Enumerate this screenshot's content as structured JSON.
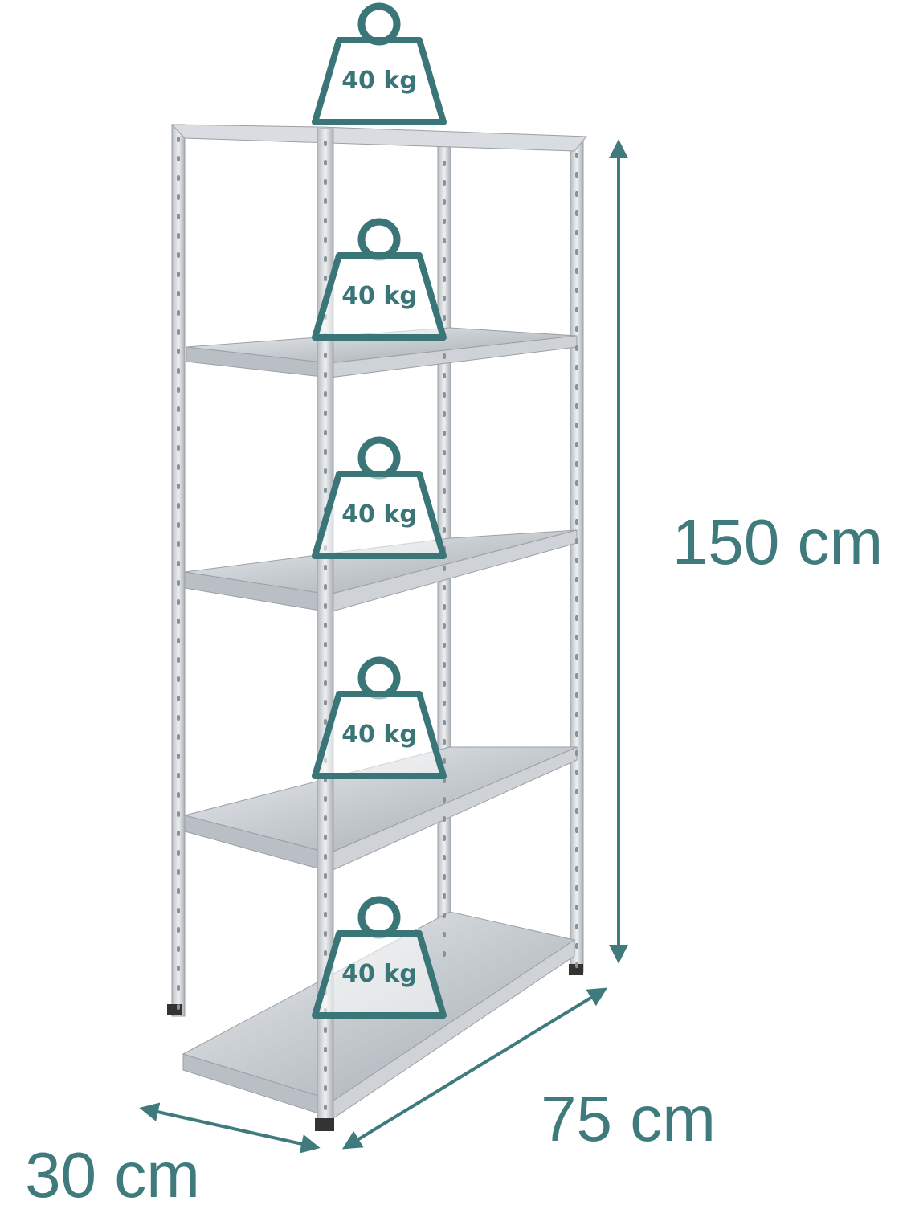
{
  "product": {
    "dimensions": {
      "height": "150 cm",
      "width": "75 cm",
      "depth": "30 cm"
    },
    "shelves": [
      {
        "load": "40 kg"
      },
      {
        "load": "40 kg"
      },
      {
        "load": "40 kg"
      },
      {
        "load": "40 kg"
      },
      {
        "load": "40 kg"
      }
    ],
    "colors": {
      "accent": "#3f7a7c",
      "metal_light": "#e4e7ea",
      "metal_mid": "#c3c8cd",
      "metal_dark": "#8b9197"
    },
    "icons": [
      "weight-icon",
      "dimension-arrow-icon"
    ]
  }
}
